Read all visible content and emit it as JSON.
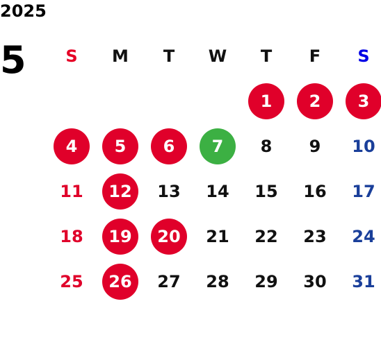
{
  "calendar": {
    "year": "2025",
    "month": "5",
    "weekdays": [
      "S",
      "M",
      "T",
      "W",
      "T",
      "F",
      "S"
    ],
    "leading_blanks": 4,
    "days": [
      {
        "label": "1",
        "style": "holiday"
      },
      {
        "label": "2",
        "style": "holiday"
      },
      {
        "label": "3",
        "style": "holiday"
      },
      {
        "label": "4",
        "style": "holiday"
      },
      {
        "label": "5",
        "style": "holiday"
      },
      {
        "label": "6",
        "style": "holiday"
      },
      {
        "label": "7",
        "style": "special"
      },
      {
        "label": "8",
        "style": "weekday"
      },
      {
        "label": "9",
        "style": "weekday"
      },
      {
        "label": "10",
        "style": "saturday"
      },
      {
        "label": "11",
        "style": "sunday"
      },
      {
        "label": "12",
        "style": "holiday"
      },
      {
        "label": "13",
        "style": "weekday"
      },
      {
        "label": "14",
        "style": "weekday"
      },
      {
        "label": "15",
        "style": "weekday"
      },
      {
        "label": "16",
        "style": "weekday"
      },
      {
        "label": "17",
        "style": "saturday"
      },
      {
        "label": "18",
        "style": "sunday"
      },
      {
        "label": "19",
        "style": "holiday"
      },
      {
        "label": "20",
        "style": "holiday"
      },
      {
        "label": "21",
        "style": "weekday"
      },
      {
        "label": "22",
        "style": "weekday"
      },
      {
        "label": "23",
        "style": "weekday"
      },
      {
        "label": "24",
        "style": "saturday"
      },
      {
        "label": "25",
        "style": "sunday"
      },
      {
        "label": "26",
        "style": "holiday"
      },
      {
        "label": "27",
        "style": "weekday"
      },
      {
        "label": "28",
        "style": "weekday"
      },
      {
        "label": "29",
        "style": "weekday"
      },
      {
        "label": "30",
        "style": "weekday"
      },
      {
        "label": "31",
        "style": "saturday"
      }
    ]
  },
  "colors": {
    "holiday_fill": "#e0002a",
    "special_fill": "#3cb043",
    "sunday_text": "#e0002a",
    "saturday_text": "#1a3f9a",
    "sunday_header": "#e60026",
    "saturday_header": "#0000e6",
    "weekday_text": "#111111"
  }
}
